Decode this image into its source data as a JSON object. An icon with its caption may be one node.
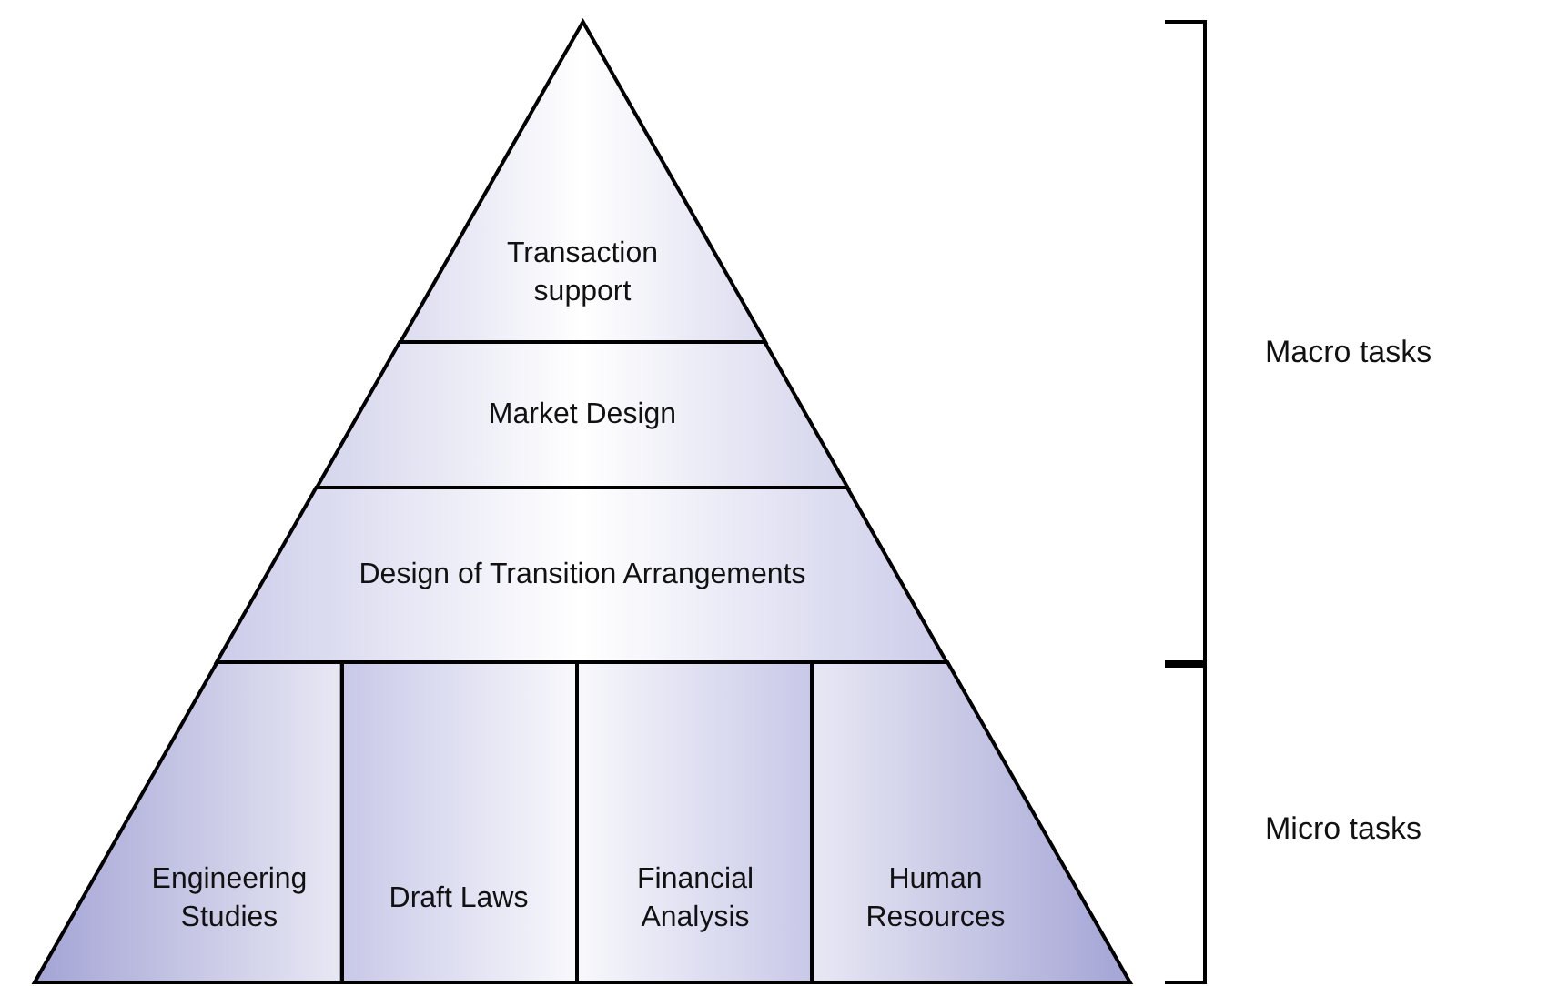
{
  "diagram": {
    "nodes": [
      {
        "text": [
          "Transaction support"
        ]
      },
      {
        "text": [
          "Market Design"
        ]
      },
      {
        "text": [
          "Design of Transition Arrangements"
        ]
      },
      {
        "text": [
          "Engineering Studies"
        ]
      },
      {
        "text": [
          "Draft Laws"
        ]
      },
      {
        "text": [
          "Financial Analysis"
        ]
      },
      {
        "text": [
          "Human Resources"
        ]
      }
    ],
    "edges": [],
    "labels": [
      "Macro tasks",
      "Micro tasks"
    ]
  }
}
